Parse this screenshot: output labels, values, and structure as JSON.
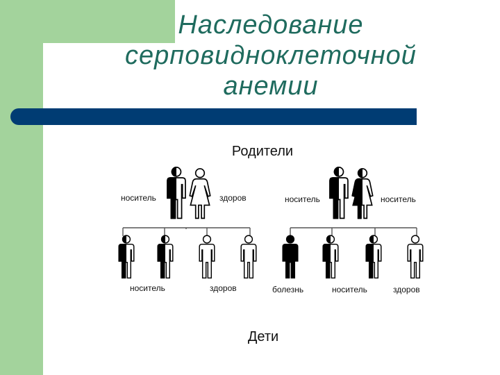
{
  "title": {
    "line1": "Наследование",
    "line2": "серповидноклеточной",
    "line3": "анемии"
  },
  "diagram": {
    "parents_label": "Родители",
    "children_label": "Дети",
    "left_family": {
      "parents": [
        {
          "sex": "male",
          "status": "carrier",
          "label": "носитель"
        },
        {
          "sex": "female",
          "status": "healthy",
          "label": "здоров"
        }
      ],
      "children": [
        "carrier",
        "carrier",
        "healthy",
        "healthy"
      ],
      "child_labels": [
        "носитель",
        "здоров"
      ]
    },
    "right_family": {
      "parents": [
        {
          "sex": "male",
          "status": "carrier",
          "label": "носитель"
        },
        {
          "sex": "female",
          "status": "carrier",
          "label": "носитель"
        }
      ],
      "children": [
        "disease",
        "carrier",
        "carrier",
        "healthy"
      ],
      "child_labels": [
        "болезнь",
        "носитель",
        "здоров"
      ]
    }
  },
  "colors": {
    "green": "#a3d39c",
    "title": "#1f6b5e",
    "rule": "#003c73"
  }
}
